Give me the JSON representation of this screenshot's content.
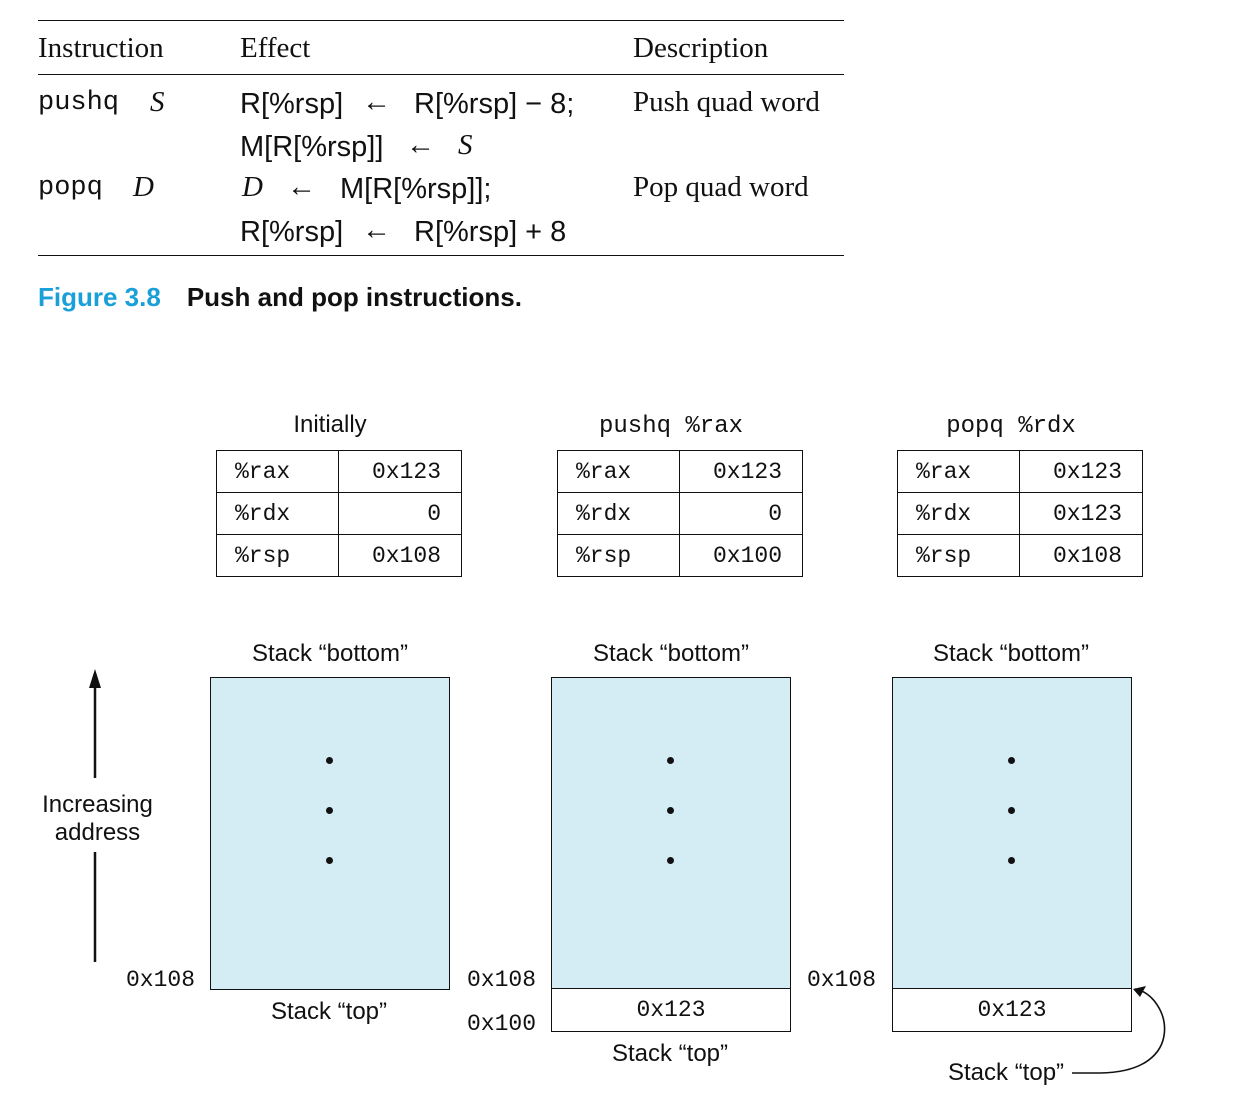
{
  "instruction_table": {
    "headers": {
      "instruction": "Instruction",
      "effect": "Effect",
      "description": "Description"
    },
    "rows": [
      {
        "mnemonic": "pushq",
        "operand": "S",
        "effect_line1": {
          "lhs": "R[%rsp]",
          "arrow": "←",
          "rhs": "R[%rsp] − 8;"
        },
        "effect_line2": {
          "lhs": "M[R[%rsp]]",
          "arrow": "←",
          "rhs": "S"
        },
        "description": "Push quad word"
      },
      {
        "mnemonic": "popq",
        "operand": "D",
        "effect_line1": {
          "lhs": "D",
          "arrow": "←",
          "rhs": "M[R[%rsp]];"
        },
        "effect_line2": {
          "lhs": "R[%rsp]",
          "arrow": "←",
          "rhs": "R[%rsp] + 8"
        },
        "description": "Pop quad word"
      }
    ]
  },
  "figure_caption": {
    "number": "Figure 3.8",
    "text": "Push and pop instructions."
  },
  "diagram": {
    "axis_label_line1": "Increasing",
    "axis_label_line2": "address",
    "panels": [
      {
        "title": "Initially",
        "registers": [
          {
            "name": "%rax",
            "value": "0x123"
          },
          {
            "name": "%rdx",
            "value": "0"
          },
          {
            "name": "%rsp",
            "value": "0x108"
          }
        ],
        "stack_bottom_label": "Stack “bottom”",
        "stack_top_label": "Stack “top”",
        "address_upper": "0x108",
        "address_lower": "",
        "slot_value": ""
      },
      {
        "title": "pushq %rax",
        "registers": [
          {
            "name": "%rax",
            "value": "0x123"
          },
          {
            "name": "%rdx",
            "value": "0"
          },
          {
            "name": "%rsp",
            "value": "0x100"
          }
        ],
        "stack_bottom_label": "Stack “bottom”",
        "stack_top_label": "Stack “top”",
        "address_upper": "0x108",
        "address_lower": "0x100",
        "slot_value": "0x123"
      },
      {
        "title": "popq %rdx",
        "registers": [
          {
            "name": "%rax",
            "value": "0x123"
          },
          {
            "name": "%rdx",
            "value": "0x123"
          },
          {
            "name": "%rsp",
            "value": "0x108"
          }
        ],
        "stack_bottom_label": "Stack “bottom”",
        "stack_top_label": "Stack “top”",
        "address_upper": "0x108",
        "address_lower": "",
        "slot_value": "0x123"
      }
    ]
  }
}
